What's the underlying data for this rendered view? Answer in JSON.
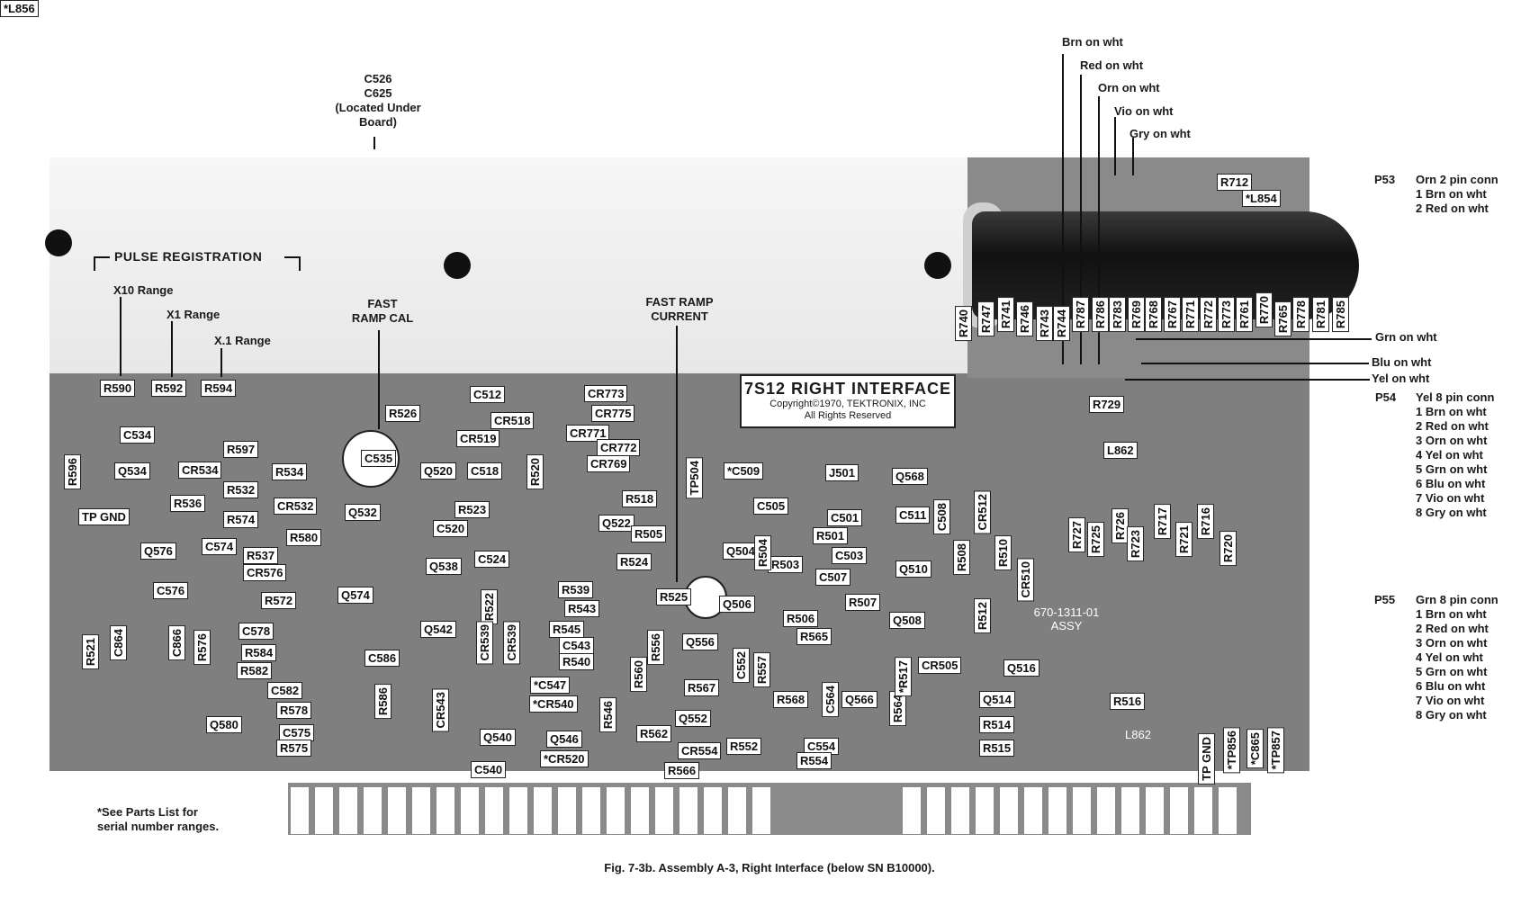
{
  "top_notes": {
    "located_under": "C526\nC625\n(Located Under\nBoard)",
    "pulse_registration": "PULSE REGISTRATION",
    "x10": "X10 Range",
    "x1": "X1 Range",
    "x01": "X.1 Range",
    "fast_ramp_cal": "FAST\nRAMP CAL",
    "fast_ramp_current": "FAST RAMP\nCURRENT"
  },
  "wire_labels": {
    "brn": "Brn on wht",
    "red": "Red on wht",
    "orn": "Orn on wht",
    "vio": "Vio on wht",
    "gry": "Gry on wht",
    "grn": "Grn on wht",
    "blu": "Blu on wht",
    "yel": "Yel on wht"
  },
  "connectors": {
    "p53": {
      "id": "P53",
      "text": "Orn 2 pin conn\n1 Brn on wht\n2 Red on wht"
    },
    "p54": {
      "id": "P54",
      "text": "Yel 8 pin conn\n1 Brn on wht\n2 Red on wht\n3 Orn on wht\n4 Yel on wht\n5 Grn on wht\n6 Blu on wht\n7 Vio on wht\n8 Gry on wht"
    },
    "p55": {
      "id": "P55",
      "text": "Grn 8 pin conn\n1 Brn on wht\n2 Red on wht\n3 Orn on wht\n4 Yel on wht\n5 Grn on wht\n6 Blu on wht\n7 Vio on wht\n8 Gry on wht"
    }
  },
  "board": {
    "title": "7S12 RIGHT INTERFACE",
    "copyright": "Copyright©1970, TEKTRONIX, INC",
    "rights": "All Rights Reserved",
    "assy": "670-1311-01\nASSY",
    "l862_silk": "L862"
  },
  "labels_h": [
    "R590",
    "R592",
    "R594",
    "R526",
    "C512",
    "CR518",
    "CR519",
    "C534",
    "C535",
    "R597",
    "Q534",
    "CR534",
    "R534",
    "R532",
    "R536",
    "CR532",
    "Q532",
    "R574",
    "TP GND",
    "Q576",
    "C574",
    "R537",
    "R580",
    "CR576",
    "C576",
    "R572",
    "Q574",
    "C578",
    "R584",
    "R582",
    "C582",
    "R578",
    "Q580",
    "C575",
    "R575",
    "C586",
    "Q520",
    "C518",
    "R523",
    "C520",
    "Q538",
    "C524",
    "Q542",
    "R539",
    "R543",
    "R545",
    "C543",
    "R540",
    "*C547",
    "*CR540",
    "Q540",
    "C540",
    "Q546",
    "*CR520",
    "CR773",
    "CR775",
    "CR771",
    "CR772",
    "CR769",
    "R518",
    "Q522",
    "*C509",
    "J501",
    "C505",
    "C501",
    "R501",
    "R505",
    "Q504",
    "R524",
    "R503",
    "C503",
    "C507",
    "R525",
    "Q506",
    "R507",
    "Q556",
    "R506",
    "R565",
    "R567",
    "Q552",
    "R562",
    "CR554",
    "R552",
    "C554",
    "R566",
    "R554",
    "R568",
    "Q566",
    "Q568",
    "C511",
    "Q510",
    "Q508",
    "CR505",
    "Q516",
    "Q514",
    "R514",
    "R515",
    "R516",
    "L862",
    "R729",
    "R712",
    "*L854",
    "*L856"
  ],
  "labels_v": [
    "R596",
    "R521",
    "C864",
    "C866",
    "R576",
    "R586",
    "CR543",
    "R522",
    "CR539",
    "CR539",
    "R520",
    "R546",
    "R560",
    "R556",
    "TP504",
    "R504",
    "C552",
    "R557",
    "C564",
    "R564",
    "*R517",
    "C508",
    "R508",
    "CR512",
    "R512",
    "R510",
    "CR510",
    "R727",
    "R725",
    "R726",
    "R723",
    "R717",
    "R721",
    "R716",
    "R720",
    "TP GND",
    "*TP856",
    "*C865",
    "*TP857",
    "R740",
    "R747",
    "R741",
    "R746",
    "R743",
    "R744",
    "R787",
    "R786",
    "R783",
    "R769",
    "R768",
    "R767",
    "R771",
    "R772",
    "R773",
    "R761",
    "R770",
    "R765",
    "R778",
    "R781",
    "R785"
  ],
  "footnote": "*See Parts List for\nserial number ranges.",
  "caption": "Fig. 7-3b. Assembly A-3, Right Interface (below SN B10000)."
}
